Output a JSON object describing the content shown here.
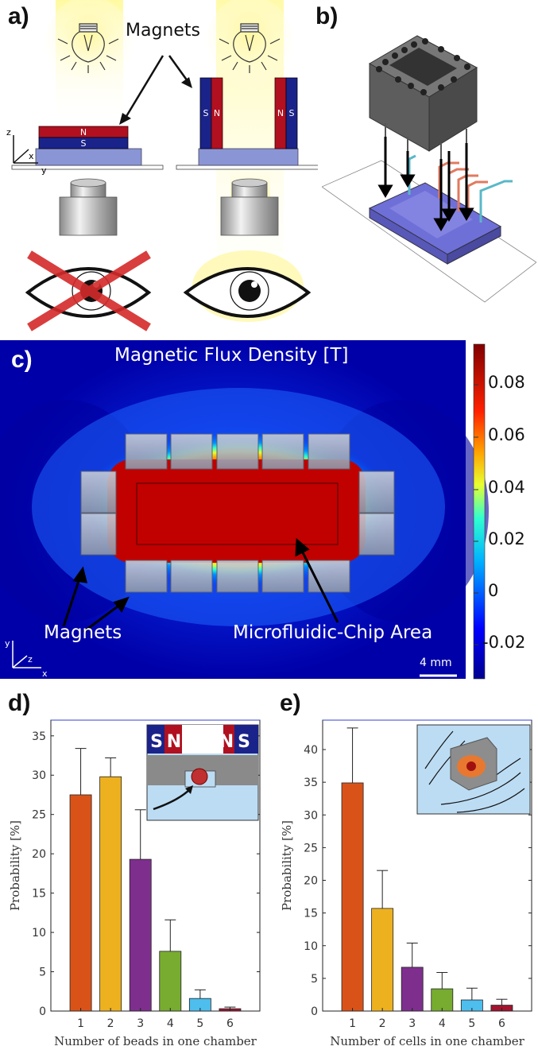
{
  "panels": {
    "a": "a)",
    "b": "b)",
    "c": "c)",
    "d": "d)",
    "e": "e)"
  },
  "panel_a": {
    "magnets_label": "Magnets",
    "pole_n": "N",
    "pole_s": "S",
    "axis_z": "z",
    "axis_x": "x",
    "axis_y": "y"
  },
  "panel_c": {
    "title": "Magnetic Flux Density [T]",
    "magnets_label": "Magnets",
    "chip_label": "Microfluidic-Chip Area",
    "scalebar_label": "4 mm",
    "axis_y": "y",
    "axis_z": "z",
    "axis_x": "x",
    "colorbar_ticks": [
      "0.08",
      "0.06",
      "0.04",
      "0.02",
      "0",
      "-0.02"
    ]
  },
  "chart_data": [
    {
      "type": "bar",
      "xlabel": "Number of beads in one chamber",
      "ylabel": "Probability [%]",
      "categories": [
        "1",
        "2",
        "3",
        "4",
        "5",
        "6"
      ],
      "values": [
        27.5,
        29.8,
        19.3,
        7.6,
        1.6,
        0.3
      ],
      "errors": [
        5.9,
        2.4,
        6.3,
        4.0,
        1.1,
        0.2
      ],
      "ylim": [
        0,
        37
      ],
      "yticks": [
        0,
        5,
        10,
        15,
        20,
        25,
        30,
        35
      ],
      "colors": [
        "#d95319",
        "#edb120",
        "#7e2f8e",
        "#77ac30",
        "#4dbeee",
        "#a2142f"
      ],
      "inset_labels": [
        "S",
        "N",
        "N",
        "S"
      ]
    },
    {
      "type": "bar",
      "xlabel": "Number of cells in one chamber",
      "ylabel": "Probability [%]",
      "categories": [
        "1",
        "2",
        "3",
        "4",
        "5",
        "6"
      ],
      "values": [
        34.9,
        15.7,
        6.7,
        3.4,
        1.7,
        0.9
      ],
      "errors": [
        8.4,
        5.8,
        3.7,
        2.5,
        1.8,
        0.9
      ],
      "ylim": [
        0,
        44.5
      ],
      "yticks": [
        0,
        5,
        10,
        15,
        20,
        25,
        30,
        35,
        40
      ],
      "colors": [
        "#d95319",
        "#edb120",
        "#7e2f8e",
        "#77ac30",
        "#4dbeee",
        "#a2142f"
      ]
    }
  ]
}
